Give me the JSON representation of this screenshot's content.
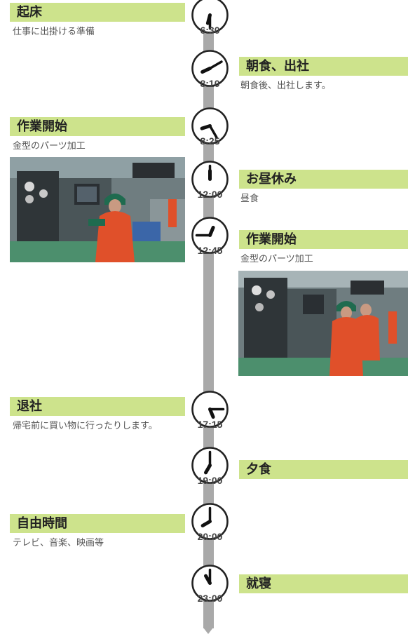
{
  "timeline": [
    {
      "time": "6:30",
      "side": "left",
      "title": "起床",
      "desc": "仕事に出掛ける準備"
    },
    {
      "time": "8:10",
      "side": "right",
      "title": "朝食、出社",
      "desc": "朝食後、出社します。"
    },
    {
      "time": "8:25",
      "side": "left",
      "title": "作業開始",
      "desc": "金型のパーツ加工"
    },
    {
      "time": "12:00",
      "side": "right",
      "title": "お昼休み",
      "desc": "昼食"
    },
    {
      "time": "12:45",
      "side": "right",
      "title": "作業開始",
      "desc": "金型のパーツ加工"
    },
    {
      "time": "17:15",
      "side": "left",
      "title": "退社",
      "desc": "帰宅前に買い物に行ったりします。"
    },
    {
      "time": "19:00",
      "side": "right",
      "title": "夕食",
      "desc": ""
    },
    {
      "time": "20:00",
      "side": "left",
      "title": "自由時間",
      "desc": "テレビ、音楽、映画等"
    },
    {
      "time": "23:00",
      "side": "right",
      "title": "就寝",
      "desc": ""
    }
  ],
  "colors": {
    "heading_bg": "#cde38c",
    "track": "#a9a9a9",
    "clock_stroke": "#222222",
    "worker_vest": "#e0502a"
  },
  "images": [
    {
      "name": "factory-photo-morning",
      "subject": "worker operating machine"
    },
    {
      "name": "factory-photo-afternoon",
      "subject": "two workers operating machine"
    }
  ]
}
